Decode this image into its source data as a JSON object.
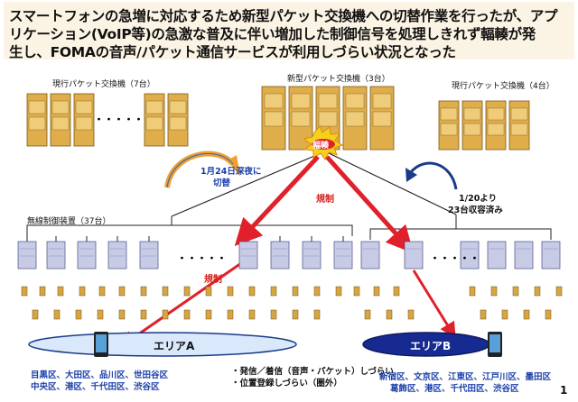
{
  "title": {
    "line1": "スマートフォンの急増に対応するため新型パケット交換機への切替作業を行ったが、アプ",
    "line2": "リケーション(VoIP等)の急激な普及に伴い増加した制御信号を処理しきれず輻輳が発",
    "line3": "生し、FOMAの音声/パケット通信サービスが利用しづらい状況となった"
  },
  "labels": {
    "old_switch_left": "現行パケット交換機（7台）",
    "new_switch": "新型パケット交換機（3台）",
    "old_switch_right": "現行パケット交換機（4台）",
    "congestion": "輻輳",
    "switchover_line1": "1月24日深夜に",
    "switchover_line2": "切替",
    "restriction_top": "規制",
    "restriction_mid": "規制",
    "recovered_line1": "1/20より",
    "recovered_line2": "23台収容済み",
    "rnc": "無線制御装置（37台）",
    "dots_left": "・・・・・",
    "dots_rnc": "・・・・・",
    "dots_right": "・・・・・",
    "area_a": "エリアA",
    "area_b": "エリアB",
    "wards_a_line1": "目黒区、大田区、品川区、世田谷区",
    "wards_a_line2": "中央区、港区、千代田区、渋谷区",
    "impact_line1": "・発信／着信（音声・パケット）しづらい",
    "impact_line2": "・位置登録しづらい（圏外）",
    "wards_b_line1": "新宿区、文京区、江東区、江戸川区、墨田区",
    "wards_b_line2": "葛飾区、港区、千代田区、渋谷区",
    "page_number": "1"
  },
  "colors": {
    "title_bg": "#fbf4e4",
    "server_body": "#dfad4a",
    "server_panel": "#efcc7a",
    "rnc_body": "#c8cbe6",
    "arrow_red": "#e0202a",
    "area_a_fill": "#d9e8fb",
    "area_b_fill": "#162a92",
    "blue_text": "#1a3fa8",
    "red_text": "#d4201a",
    "curved_arrow": "#f0a030",
    "curved_arrow_right": "#1a3a8a"
  }
}
